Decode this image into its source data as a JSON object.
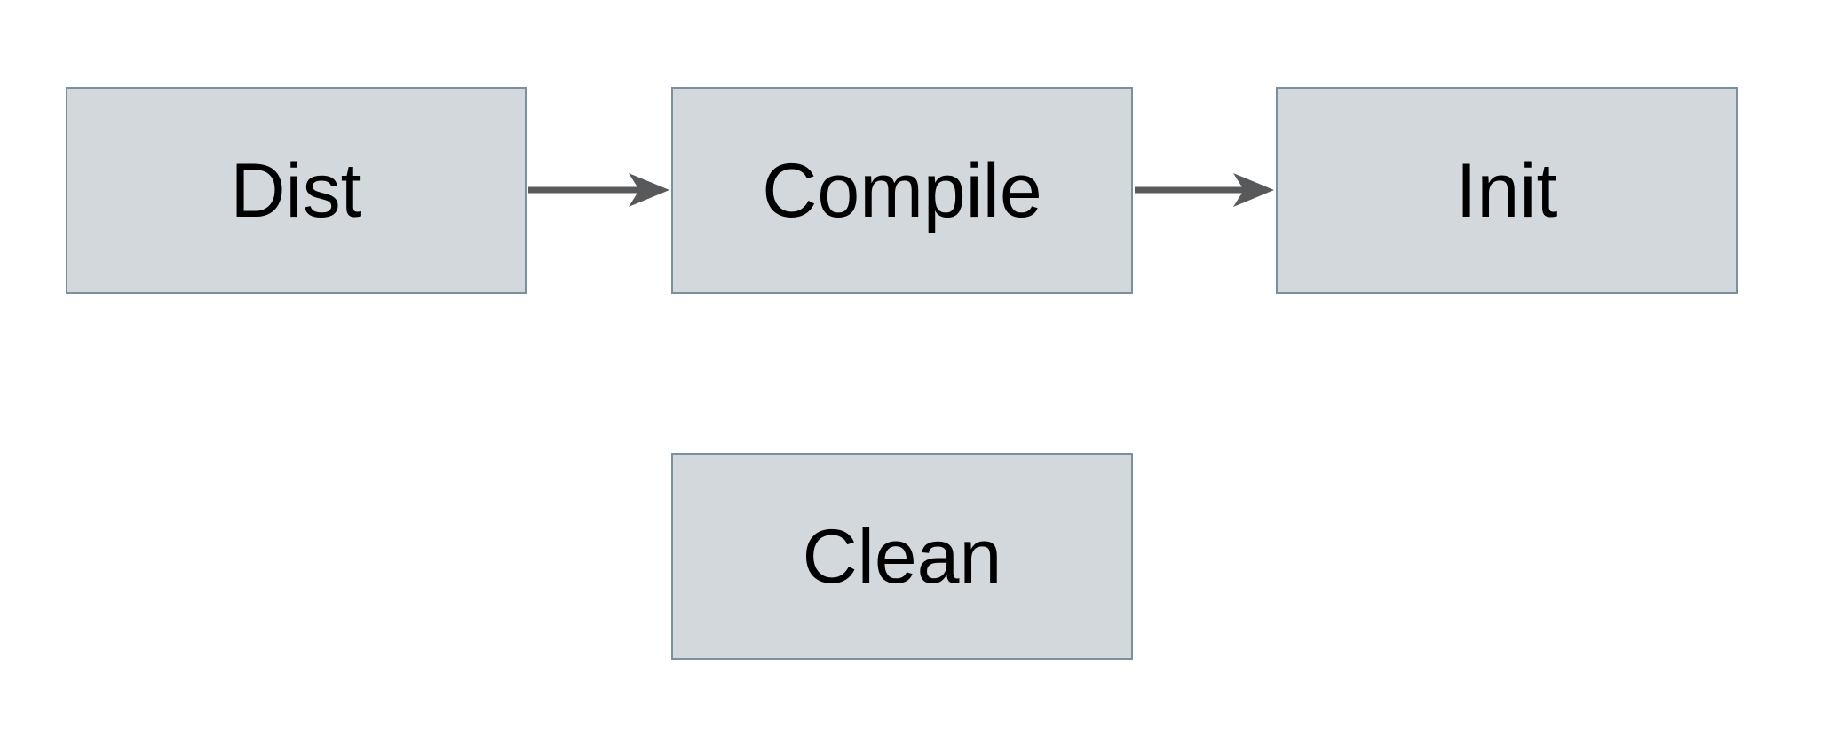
{
  "diagram": {
    "type": "flowchart",
    "nodes": [
      {
        "id": "dist",
        "label": "Dist"
      },
      {
        "id": "compile",
        "label": "Compile"
      },
      {
        "id": "init",
        "label": "Init"
      },
      {
        "id": "clean",
        "label": "Clean"
      }
    ],
    "edges": [
      {
        "from": "dist",
        "to": "compile",
        "style": "arrow-right"
      },
      {
        "from": "compile",
        "to": "init",
        "style": "arrow-right"
      }
    ],
    "colors": {
      "background": "#ffffff",
      "node_fill": "#d2d8db",
      "node_border": "#7a909c",
      "arrow": "#58595a",
      "text": "#000000"
    }
  }
}
